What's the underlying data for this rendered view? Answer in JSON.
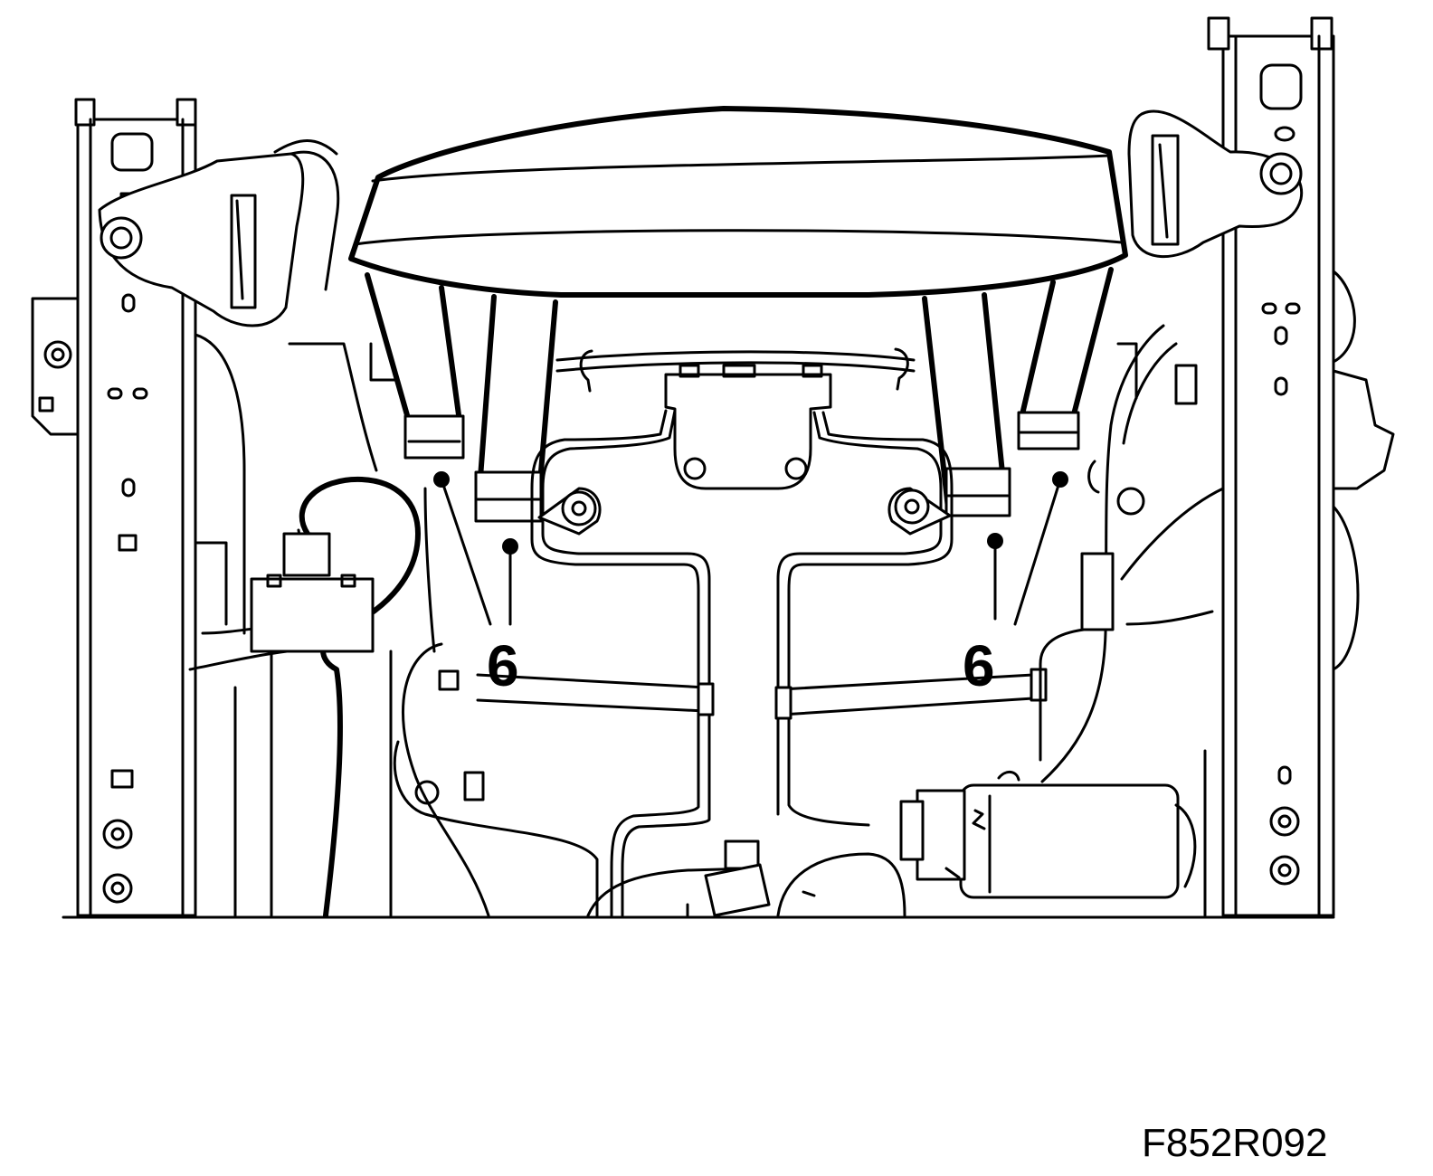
{
  "callouts": {
    "left": "6",
    "right": "6"
  },
  "figure_code": "F852R092",
  "colors": {
    "ink": "#000000",
    "paper": "#ffffff"
  }
}
